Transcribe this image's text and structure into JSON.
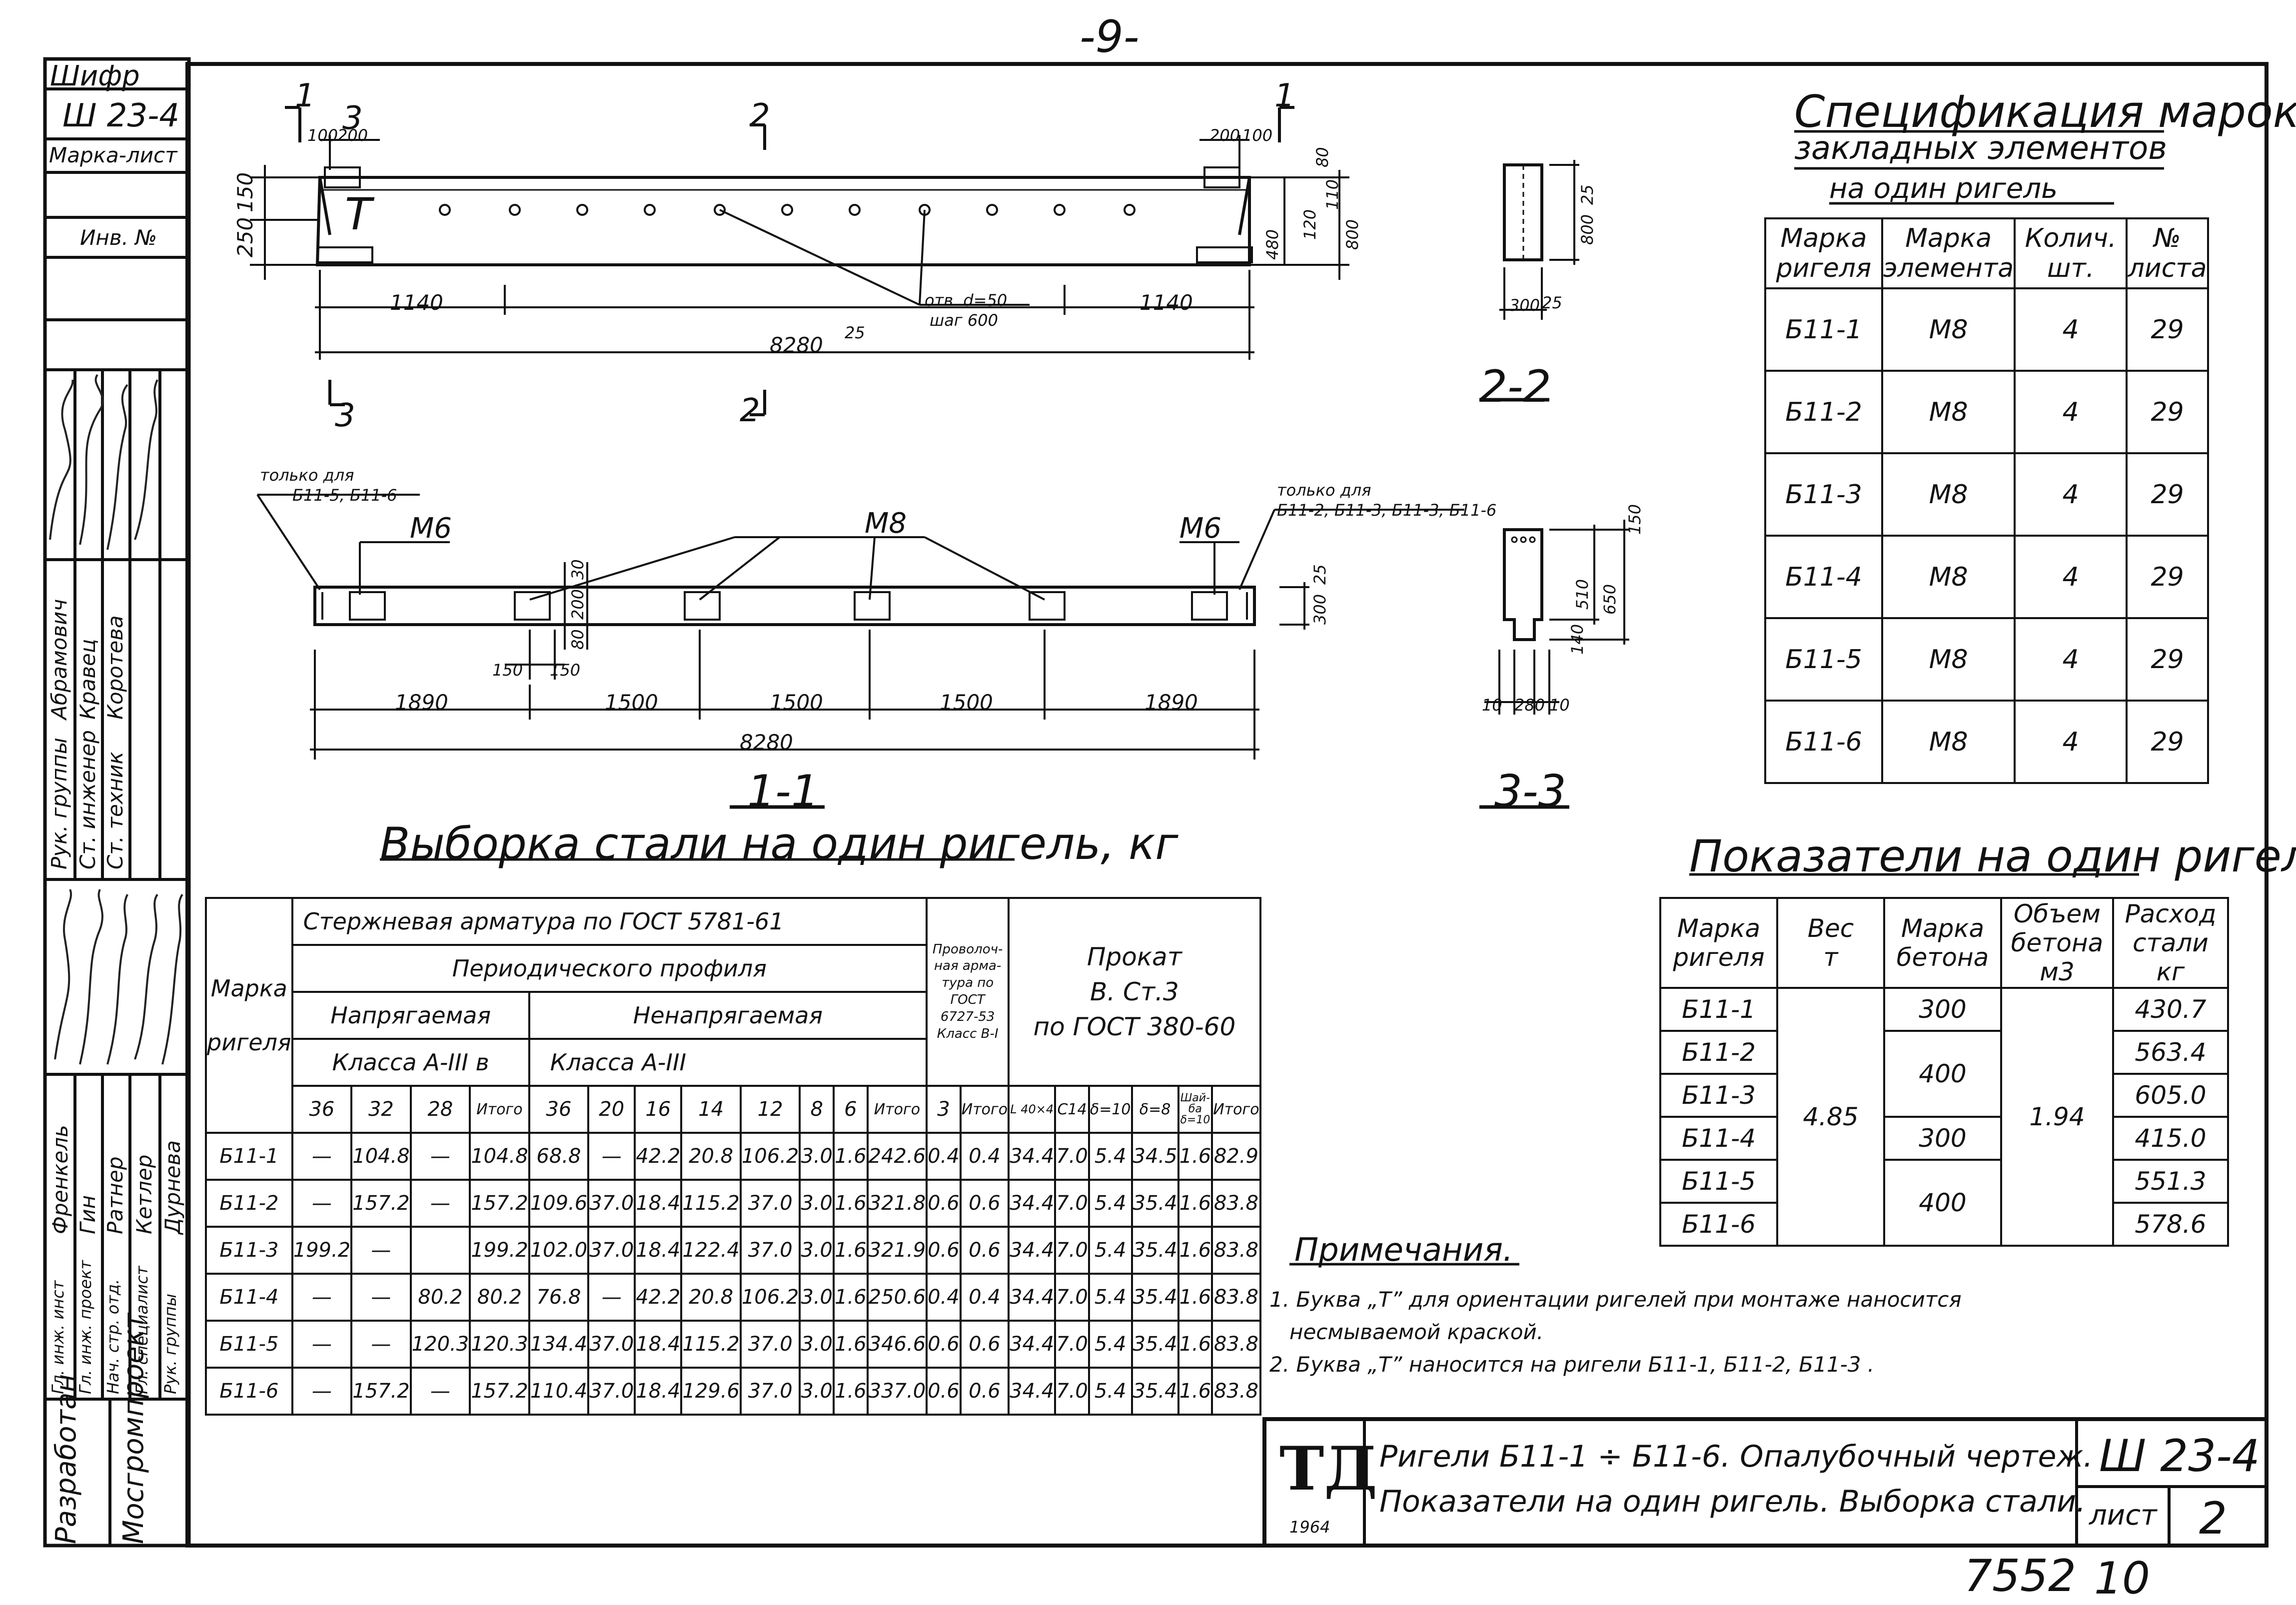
{
  "page": {
    "number": "-9-",
    "bottom_code": "7552",
    "bottom_num": "10"
  },
  "left_strip": {
    "shifr_label": "Шифр",
    "shifr_value": "Ш 23-4",
    "marka_list_label": "Марка-лист",
    "inv_label": "Инв. №",
    "roles": [
      "Рук. группы",
      "Ст. инженер",
      "Ст. техник"
    ],
    "names": [
      "Абрамович",
      "Кравец",
      "Коротева"
    ],
    "roles2": [
      "Гл. инж. инст",
      "Гл. инж. проект",
      "Нач. стр. отд.",
      "Гл. специалист",
      "Рук. группы"
    ],
    "names2": [
      "Френкель",
      "Гин",
      "Ратнер",
      "Кетлер",
      "Дурнева"
    ],
    "developed_label": "Разработан",
    "org": "Мосгромпроект"
  },
  "drawing_top": {
    "section_marks": [
      "1",
      "1",
      "2",
      "2",
      "3",
      "3"
    ],
    "dims_top": [
      "100",
      "200",
      "200",
      "100"
    ],
    "left_heights": [
      "150",
      "250"
    ],
    "right_heights": [
      "80",
      "120",
      "800",
      "110",
      "480"
    ],
    "spans": [
      "1140",
      "1140"
    ],
    "total": "8280",
    "total_tag": "25",
    "letter_t": "Т",
    "holes_note_1": "отв. d=50",
    "holes_note_2": "шаг 600"
  },
  "section_22": {
    "label": "2-2",
    "h": "800",
    "h_tag": "25",
    "w": "300",
    "w_tag": "25"
  },
  "section_33": {
    "label": "3-3",
    "dims": [
      "150",
      "510",
      "650",
      "140",
      "10",
      "280",
      "10"
    ]
  },
  "section_11": {
    "label": "1-1",
    "only_for_left_1": "только для",
    "only_for_left_2": "Б11-5, Б11-6",
    "only_for_right_1": "только для",
    "only_for_right_2": "Б11-2, Б11-3, Б11-3, Б11-6",
    "m6_left": "М6",
    "m8": "М8",
    "m6_right": "М6",
    "heights": [
      "30",
      "200",
      "80"
    ],
    "w300": "300",
    "w_tag": "25",
    "dim150a": "150",
    "dim150b": "150",
    "spacing": [
      "1890",
      "1500",
      "1500",
      "1500",
      "1890"
    ],
    "total": "8280"
  },
  "spec": {
    "title_1": "Спецификация марок",
    "title_2": "закладных элементов",
    "title_3": "на один ригель",
    "headers": [
      [
        "Марка",
        "ригеля"
      ],
      [
        "Марка",
        "элемента"
      ],
      [
        "Колич.",
        "шт."
      ],
      [
        "№",
        "листа"
      ]
    ],
    "rows": [
      [
        "Б11-1",
        "М8",
        "4",
        "29"
      ],
      [
        "Б11-2",
        "М8",
        "4",
        "29"
      ],
      [
        "Б11-3",
        "М8",
        "4",
        "29"
      ],
      [
        "Б11-4",
        "М8",
        "4",
        "29"
      ],
      [
        "Б11-5",
        "М8",
        "4",
        "29"
      ],
      [
        "Б11-6",
        "М8",
        "4",
        "29"
      ]
    ]
  },
  "indicators": {
    "title": "Показатели на один ригель",
    "headers": [
      [
        "Марка",
        "ригеля"
      ],
      [
        "Вес",
        "т"
      ],
      [
        "Марка",
        "бетона"
      ],
      [
        "Объем",
        "бетона",
        "м3"
      ],
      [
        "Расход",
        "стали",
        "кг"
      ]
    ],
    "marks": [
      "Б11-1",
      "Б11-2",
      "Б11-3",
      "Б11-4",
      "Б11-5",
      "Б11-6"
    ],
    "weight": "4.85",
    "concrete": [
      "300",
      "400",
      "300",
      "400"
    ],
    "volume": "1.94",
    "steel": [
      "430.7",
      "563.4",
      "605.0",
      "415.0",
      "551.3",
      "578.6"
    ]
  },
  "steel_table": {
    "title": "Выборка стали на один ригель, кг",
    "marka_1": "Марка",
    "marka_2": "ригеля",
    "rod_header": "Стержневая арматура по ГОСТ 5781-61",
    "periodic": "Периодического профиля",
    "stressed": "Напрягаемая",
    "nonstressed": "Ненапрягаемая",
    "class_a3v": "Класса А-III в",
    "class_a3": "Класса А-III",
    "wire_1": "Проволоч-",
    "wire_2": "ная арма-",
    "wire_3": "тура по",
    "wire_4": "ГОСТ",
    "wire_5": "6727-53",
    "wire_6": "Класс В-I",
    "rolled_1": "Прокат",
    "rolled_2": "В. Ст.3",
    "rolled_3": "по ГОСТ 380-60",
    "cols": [
      "36",
      "32",
      "28",
      "Итого",
      "36",
      "20",
      "16",
      "14",
      "12",
      "8",
      "6",
      "Итого",
      "3",
      "Итого",
      "L 40×4",
      "С14",
      "δ=10",
      "δ=8",
      "Шай-ба δ=10",
      "Итого"
    ],
    "rows": [
      [
        "Б11-1",
        "—",
        "104.8",
        "—",
        "104.8",
        "68.8",
        "—",
        "42.2",
        "20.8",
        "106.2",
        "3.0",
        "1.6",
        "242.6",
        "0.4",
        "0.4",
        "34.4",
        "7.0",
        "5.4",
        "34.5",
        "1.6",
        "82.9"
      ],
      [
        "Б11-2",
        "—",
        "157.2",
        "—",
        "157.2",
        "109.6",
        "37.0",
        "18.4",
        "115.2",
        "37.0",
        "3.0",
        "1.6",
        "321.8",
        "0.6",
        "0.6",
        "34.4",
        "7.0",
        "5.4",
        "35.4",
        "1.6",
        "83.8"
      ],
      [
        "Б11-3",
        "199.2",
        "—",
        "",
        "199.2",
        "102.0",
        "37.0",
        "18.4",
        "122.4",
        "37.0",
        "3.0",
        "1.6",
        "321.9",
        "0.6",
        "0.6",
        "34.4",
        "7.0",
        "5.4",
        "35.4",
        "1.6",
        "83.8"
      ],
      [
        "Б11-4",
        "—",
        "—",
        "80.2",
        "80.2",
        "76.8",
        "—",
        "42.2",
        "20.8",
        "106.2",
        "3.0",
        "1.6",
        "250.6",
        "0.4",
        "0.4",
        "34.4",
        "7.0",
        "5.4",
        "35.4",
        "1.6",
        "83.8"
      ],
      [
        "Б11-5",
        "—",
        "—",
        "120.3",
        "120.3",
        "134.4",
        "37.0",
        "18.4",
        "115.2",
        "37.0",
        "3.0",
        "1.6",
        "346.6",
        "0.6",
        "0.6",
        "34.4",
        "7.0",
        "5.4",
        "35.4",
        "1.6",
        "83.8"
      ],
      [
        "Б11-6",
        "—",
        "157.2",
        "—",
        "157.2",
        "110.4",
        "37.0",
        "18.4",
        "129.6",
        "37.0",
        "3.0",
        "1.6",
        "337.0",
        "0.6",
        "0.6",
        "34.4",
        "7.0",
        "5.4",
        "35.4",
        "1.6",
        "83.8"
      ]
    ]
  },
  "notes": {
    "title": "Примечания.",
    "line1": "1. Буква „Т” для ориентации ригелей при монтаже наносится",
    "line1b": "несмываемой краской.",
    "line2": "2. Буква „Т” наносится на ригели Б11-1, Б11-2, Б11-3 ."
  },
  "title_block": {
    "logo": "ТД",
    "year": "1964",
    "line1": "Ригели Б11-1 ÷ Б11-6. Опалубочный чертеж.",
    "line2": "Показатели на один ригель. Выборка стали.",
    "code": "Ш 23-4",
    "sheet_label": "лист",
    "sheet_num": "2"
  }
}
